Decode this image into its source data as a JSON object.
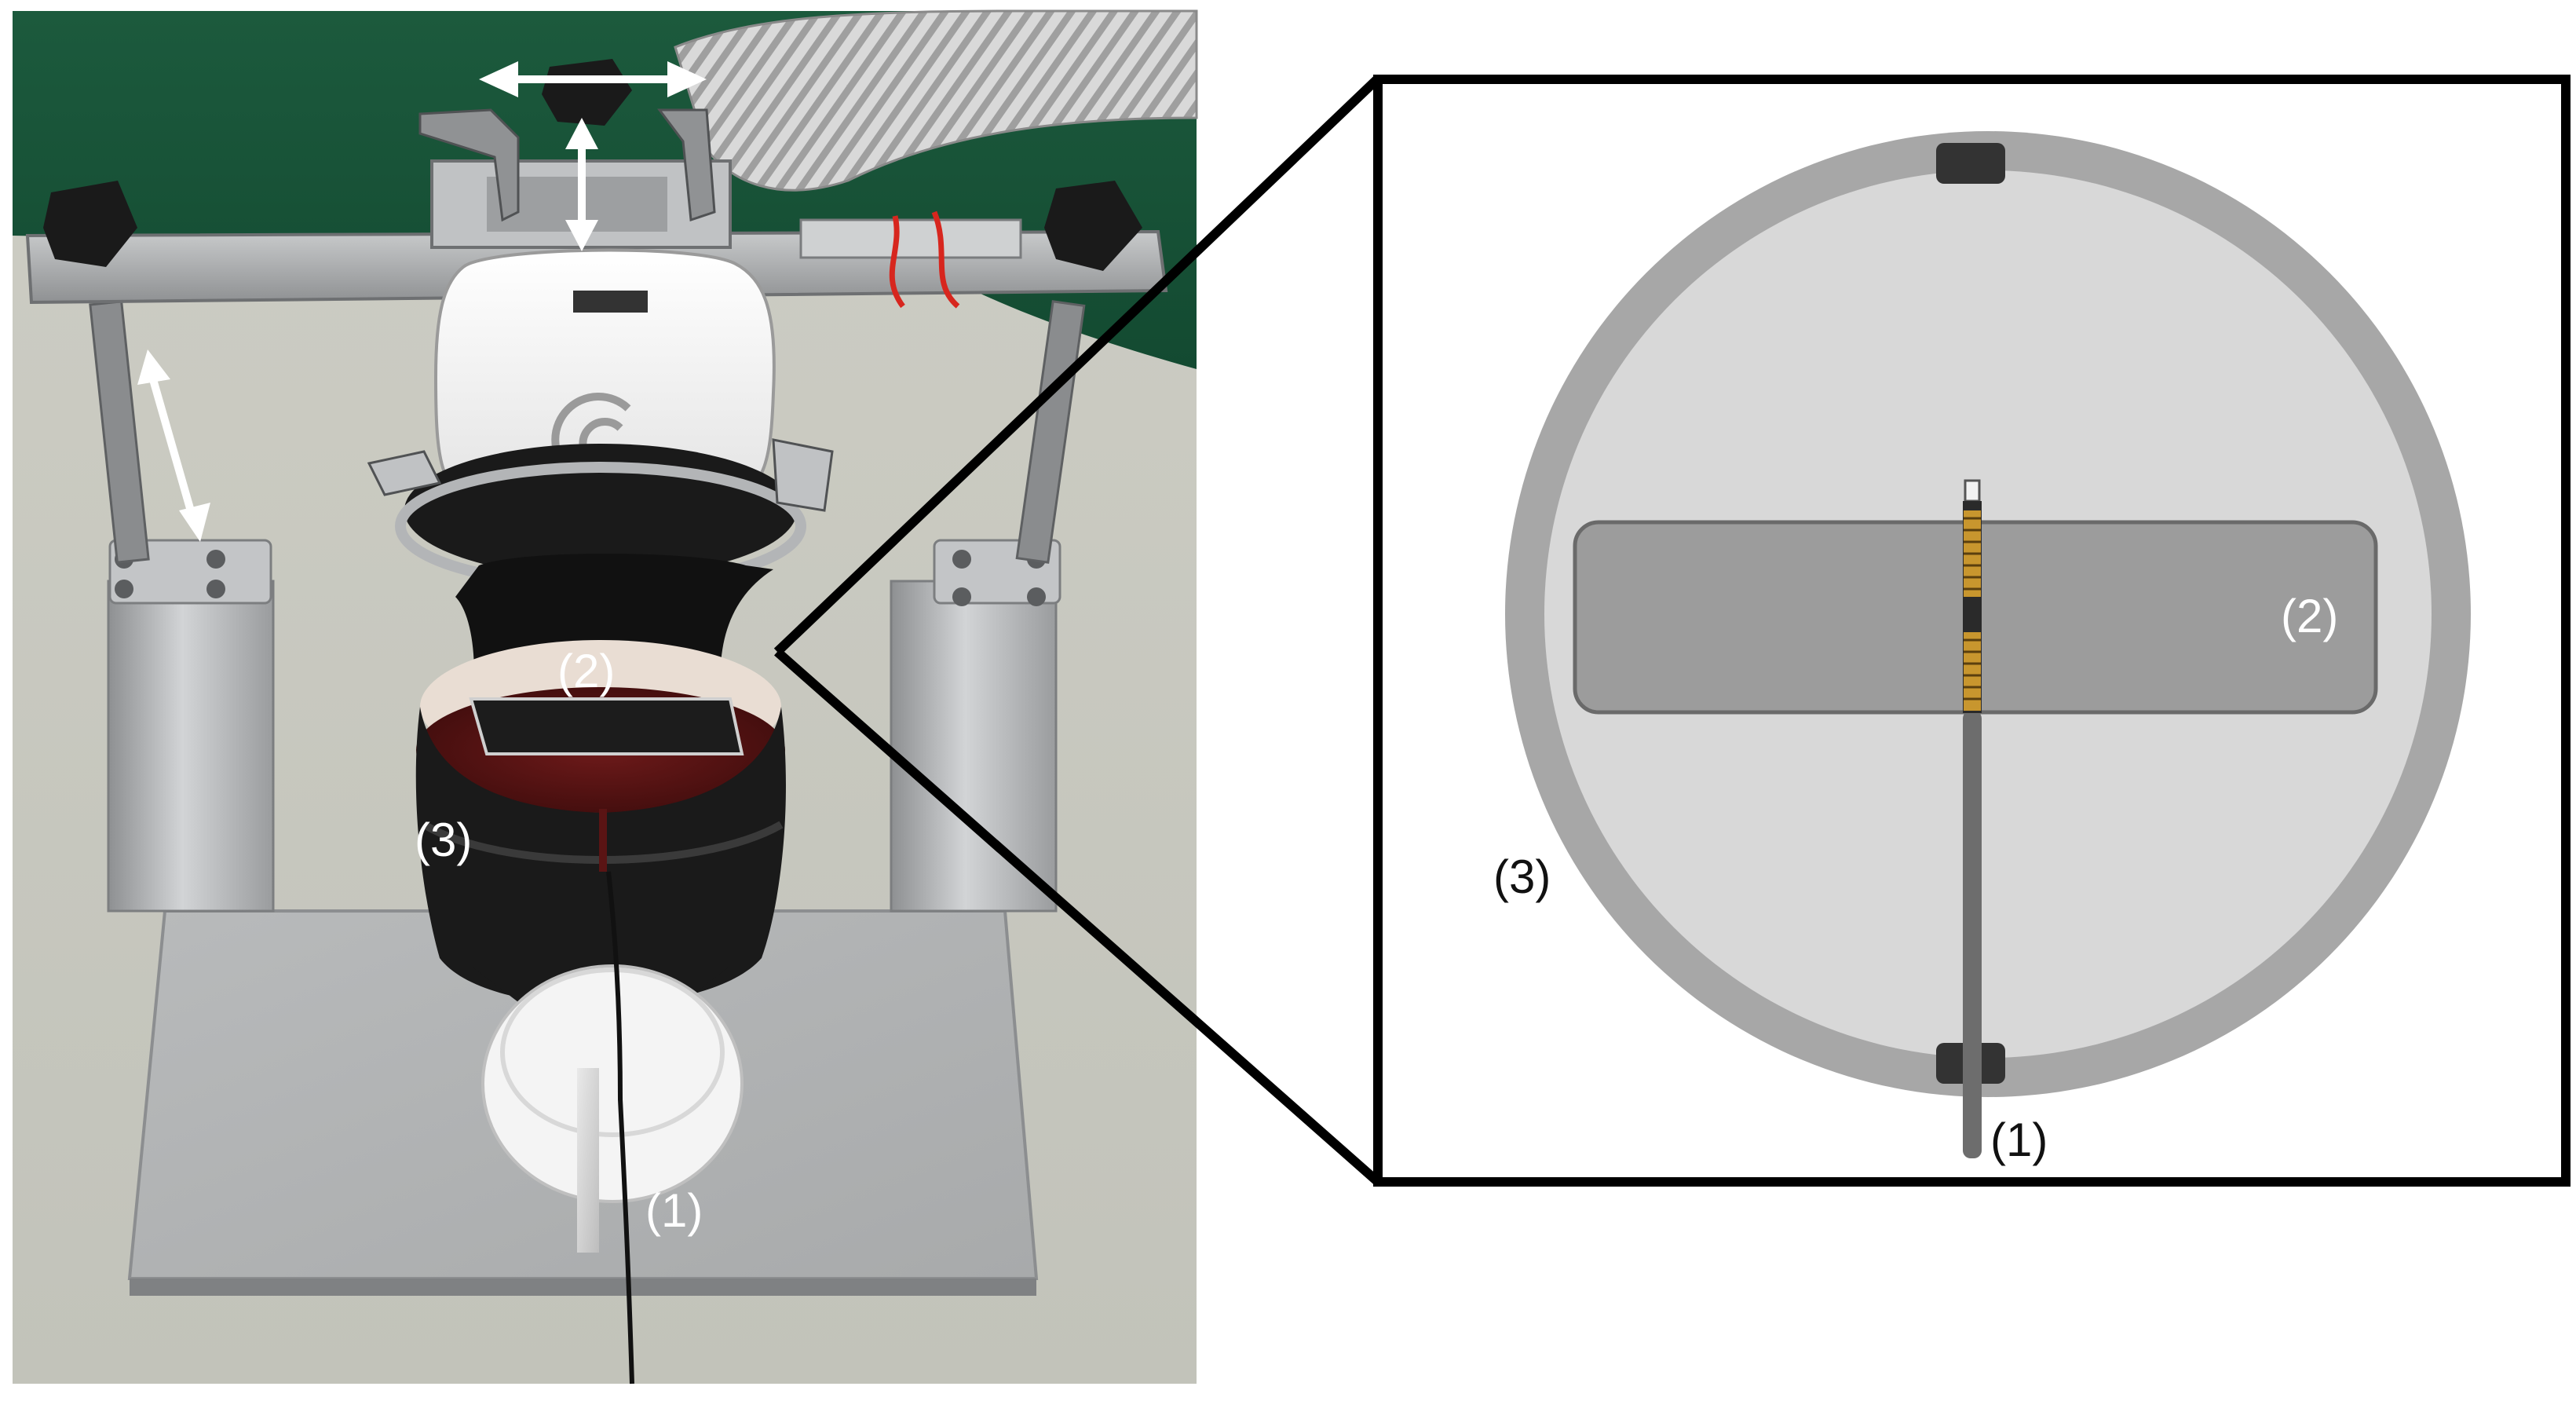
{
  "photo": {
    "labels": {
      "probe": "(1)",
      "transducer": "(2)",
      "holder": "(3)"
    }
  },
  "schematic": {
    "labels": {
      "probe": "(1)",
      "transducer": "(2)",
      "holder": "(3)"
    }
  },
  "colors": {
    "background": "#ffffff",
    "photo_backdrop_green": "#1f5a3e",
    "photo_bench": "#c9c8c0",
    "aluminium": "#b9bbbd",
    "rubber_black": "#1a1a1a",
    "blood_tissue": "#5a1414",
    "device_white": "#f2f2f2",
    "arrow_white": "#ffffff",
    "zoom_lines": "#000000",
    "holder_ring": "#a7a7a7",
    "holder_fill": "#d8d8d8",
    "transducer_rect": "#9c9c9c",
    "probe_gray": "#6d6d6d",
    "probe_coil_gold": "#c8962e",
    "clip_dark": "#333333"
  },
  "icons": {
    "adjust_arrows": "double-headed-arrow"
  }
}
